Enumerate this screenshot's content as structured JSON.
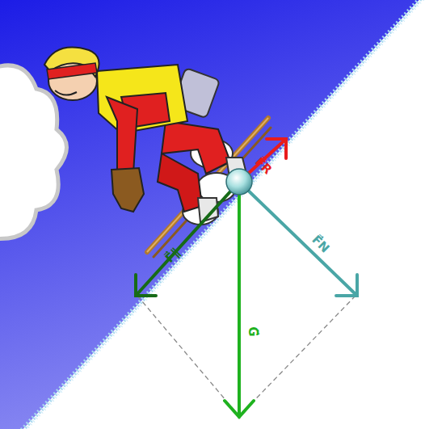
{
  "diagram": {
    "labels": [
      "F⃗R",
      "F⃗∥",
      "F⃗N",
      "G⃗"
    ]
  }
}
